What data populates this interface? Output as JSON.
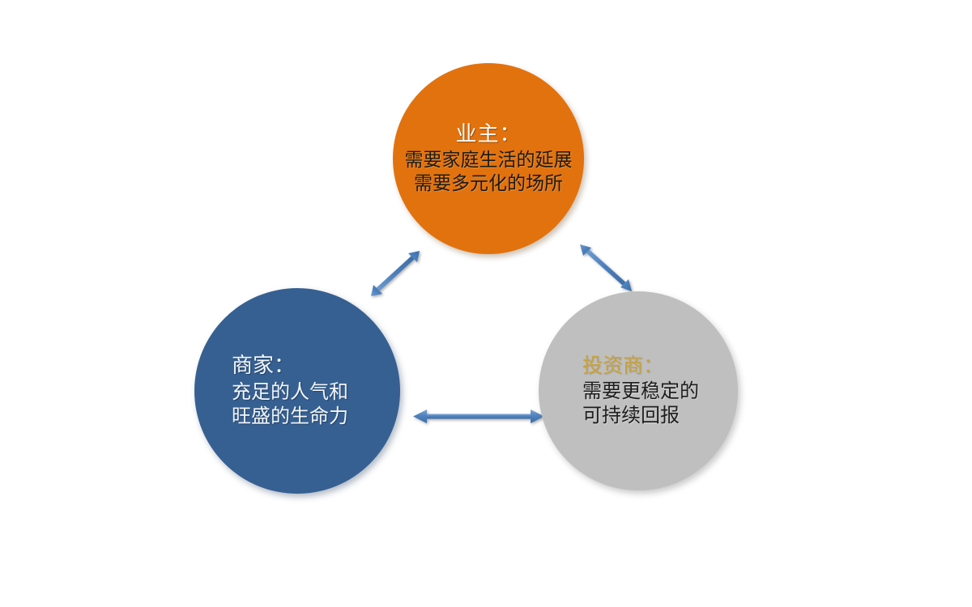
{
  "diagram": {
    "type": "triangular-relationship",
    "background_color": "#FFFFFF",
    "nodes": [
      {
        "id": "owner",
        "title": "业主：",
        "body": "需要家庭生活的延展\n需要多元化的场所",
        "body_lines": [
          "需要家庭生活的延展",
          "需要多元化的场所"
        ],
        "fill_color": "#E2720E",
        "title_color": "#FCFCFA",
        "body_color": "#1B1B15",
        "position": "top"
      },
      {
        "id": "merchant",
        "title": "商家：",
        "body": "充足的人气和\n旺盛的生命力",
        "body_lines": [
          "充足的人气和",
          "旺盛的生命力"
        ],
        "fill_color": "#366092",
        "title_color": "#F4F6F8",
        "body_color": "#F2F5F8",
        "position": "bottom-left"
      },
      {
        "id": "investor",
        "title": "投资商：",
        "body": "需要更稳定的\n可持续回报",
        "body_lines": [
          "需要更稳定的",
          "可持续回报"
        ],
        "fill_color": "#BFBFBF",
        "title_color": "#C8A139",
        "body_color": "#1E1E1E",
        "position": "bottom-right"
      }
    ],
    "connectors": [
      {
        "id": "owner-merchant",
        "from": "merchant",
        "to": "owner",
        "style": "double-headed-arrow",
        "color": "#4A7EBB",
        "orientation": "diagonal-up-right"
      },
      {
        "id": "owner-investor",
        "from": "owner",
        "to": "investor",
        "style": "double-headed-arrow",
        "color": "#4A7EBB",
        "orientation": "diagonal-down-right"
      },
      {
        "id": "merchant-investor",
        "from": "merchant",
        "to": "investor",
        "style": "double-headed-arrow",
        "color": "#4A7EBB",
        "orientation": "horizontal"
      }
    ]
  }
}
